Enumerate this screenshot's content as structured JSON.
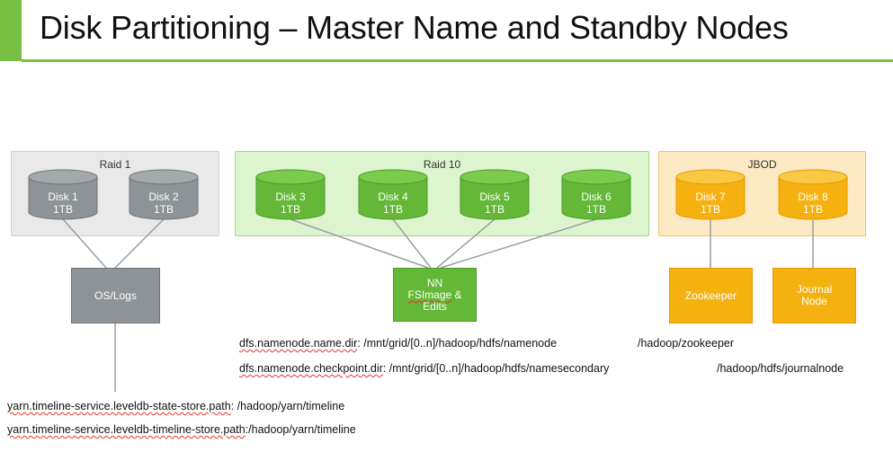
{
  "title": "Disk Partitioning – Master Name and Standby Nodes",
  "colors": {
    "accent": "#77c043",
    "gray_disk": "#8d9396",
    "green_disk": "#64b737",
    "orange_disk": "#f5b10f"
  },
  "groups": {
    "raid1": {
      "label": "Raid 1"
    },
    "raid10": {
      "label": "Raid 10"
    },
    "jbod": {
      "label": "JBOD"
    }
  },
  "disks": [
    {
      "name": "Disk 1",
      "size": "1TB"
    },
    {
      "name": "Disk 2",
      "size": "1TB"
    },
    {
      "name": "Disk 3",
      "size": "1TB"
    },
    {
      "name": "Disk 4",
      "size": "1TB"
    },
    {
      "name": "Disk 5",
      "size": "1TB"
    },
    {
      "name": "Disk 6",
      "size": "1TB"
    },
    {
      "name": "Disk 7",
      "size": "1TB"
    },
    {
      "name": "Disk 8",
      "size": "1TB"
    }
  ],
  "nodes": {
    "os_logs": "OS/Logs",
    "nn": {
      "line1": "NN",
      "line2": "FSImage",
      "line2_suffix": " &",
      "line3": "Edits"
    },
    "zookeeper": "Zookeeper",
    "journal": {
      "line1": "Journal",
      "line2": "Node"
    }
  },
  "paths": {
    "name_dir": {
      "key": "dfs.namenode.name.dir",
      "value": ": /mnt/grid/[0..n]/hadoop/hdfs/namenode"
    },
    "checkpoint_dir": {
      "key": "dfs.namenode.checkpoint.dir",
      "value": ": /mnt/grid/[0..n]/hadoop/hdfs/namesecondary"
    },
    "zookeeper": "/hadoop/zookeeper",
    "journalnode": "/hadoop/hdfs/journalnode",
    "state_store": {
      "key": "yarn.timeline-service.leveldb-state-store.path",
      "value": ": /hadoop/yarn/timeline"
    },
    "timeline_store": {
      "key": "yarn.timeline-service.leveldb-timeline-store.path",
      "value": ":/hadoop/yarn/timeline"
    }
  }
}
